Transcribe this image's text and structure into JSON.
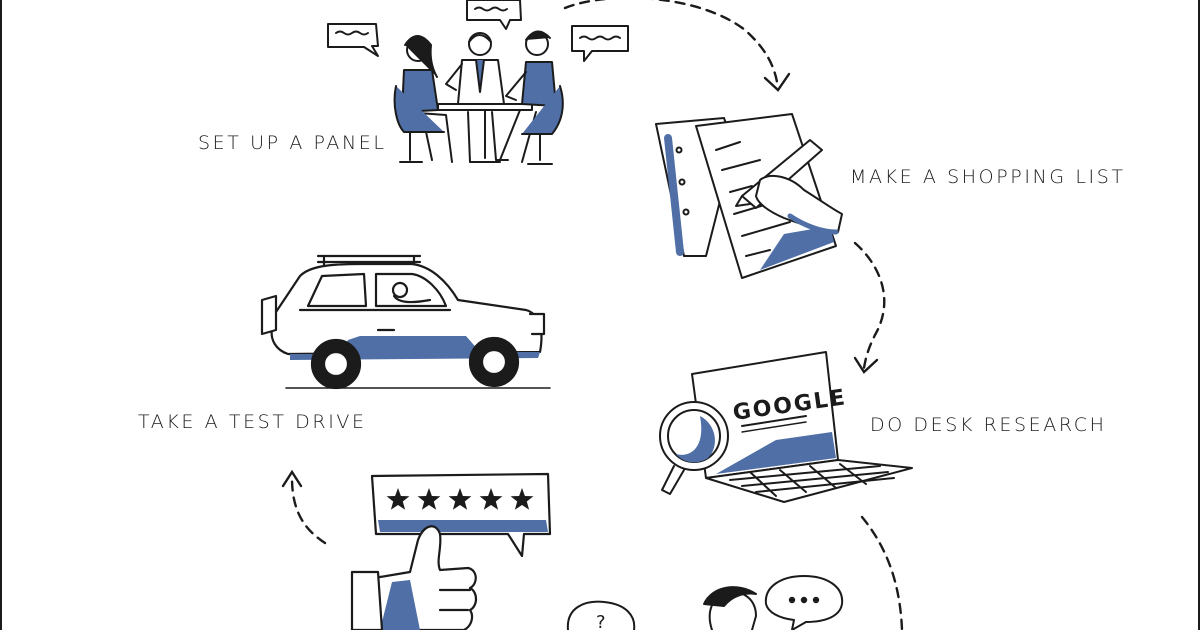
{
  "steps": [
    {
      "id": "panel",
      "label": "SET UP A PANEL"
    },
    {
      "id": "shopping",
      "label": "MAKE A SHOPPING LIST"
    },
    {
      "id": "desk",
      "label": "DO DESK RESEARCH"
    },
    {
      "id": "drive",
      "label": "TAKE A TEST DRIVE"
    }
  ],
  "laptop_screen_text": "GOOGLE",
  "review_rating_stars": 5,
  "colors": {
    "ink": "#1b1b1b",
    "accent": "#4f6fa6",
    "paper": "#ffffff"
  }
}
